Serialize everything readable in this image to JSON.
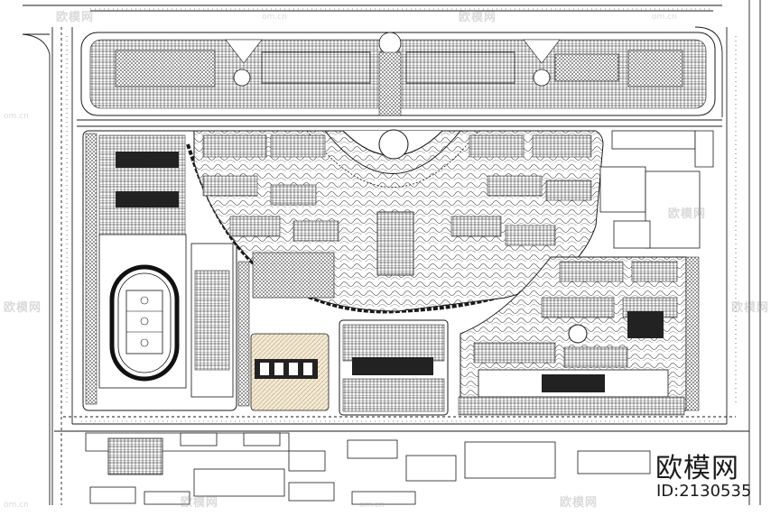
{
  "watermark": {
    "brand_text": "欧模网",
    "model_id": "ID:2130535",
    "tile_text": "欧模网",
    "url_text": "om.cn"
  },
  "colors": {
    "line": "#1a1a1a",
    "road_fill": "#ffffff",
    "hatch": "#d8c9a6",
    "dark_fill": "#222222"
  }
}
